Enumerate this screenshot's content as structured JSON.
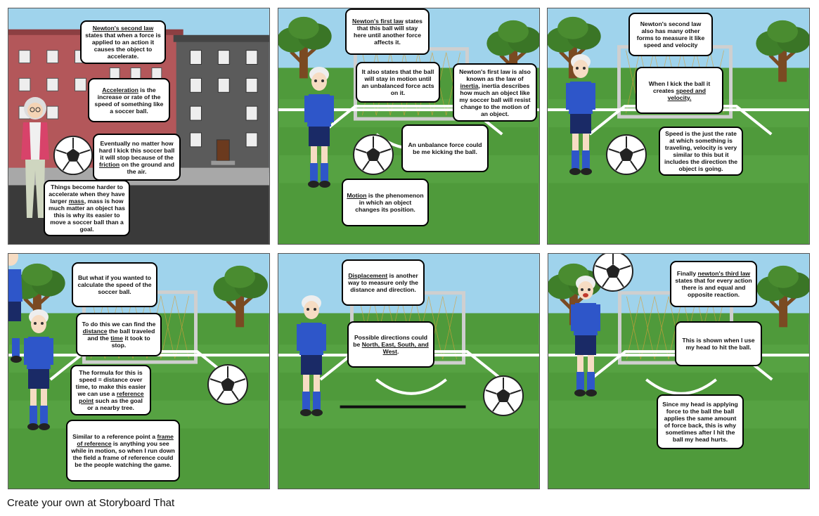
{
  "footer": "Create your own at Storyboard That",
  "colors": {
    "sky": "#9fd3ec",
    "grass": "#4f9a3b",
    "grass_dark": "#3f8a30",
    "line": "#ffffff",
    "shirt": "#2e56c9",
    "shorts": "#1a2a66",
    "hair": "#eeeeee"
  },
  "panels": [
    {
      "bubbles": [
        {
          "pre": "",
          "u": "Newton's second law",
          "post": " states that when a force is applied to an action it causes the object to accelerate."
        },
        {
          "pre": "",
          "u": "Acceleration",
          "post": " is the increase or rate of the speed of something like a soccer ball."
        },
        {
          "pre": "Eventually no matter how hard I kick this soccer ball it will stop because of the ",
          "u": "friction",
          "post": " on the ground and the air."
        },
        {
          "pre": "Things become harder to accelerate when they have larger ",
          "u": "mass",
          "post": ", mass is how much matter an object has this is why its easier to move a soccer ball than a goal."
        }
      ]
    },
    {
      "bubbles": [
        {
          "pre": "",
          "u": "Newton's first law",
          "post": " states that this ball will stay here until another force affects it."
        },
        {
          "pre": "It also states that the ball will stay in motion until an unbalanced force acts on it.",
          "u": "",
          "post": ""
        },
        {
          "pre": "Newton's first law is also known as the law of ",
          "u": "inertia",
          "post": ", inertia describes how much an object like my soccer ball will resist change to the motion of an object."
        },
        {
          "pre": "An unbalance force could be me kicking the ball.",
          "u": "",
          "post": ""
        },
        {
          "pre": "",
          "u": "Motion",
          "post": " is the phenomenon in which an object changes its position."
        }
      ]
    },
    {
      "bubbles": [
        {
          "pre": "Newton's second law also has many other forms to measure it like speed and velocity",
          "u": "",
          "post": ""
        },
        {
          "pre": "When I kick the ball it creates ",
          "u": "speed and velocity.",
          "post": ""
        },
        {
          "pre": "Speed is the just the rate at which something is traveling, velocity is very similar to this but it includes the direction the object is going.",
          "u": "",
          "post": ""
        }
      ]
    },
    {
      "bubbles": [
        {
          "pre": "But what if you wanted to calculate the speed of the soccer ball.",
          "u": "",
          "post": ""
        },
        {
          "pre": "To do this we can find the ",
          "u": "distance",
          "post": " the ball traveled and the ",
          "u2": "time",
          "post2": " it took to stop."
        },
        {
          "pre": "The formula for this is speed = distance over time, to make this easier we can use a ",
          "u": "reference point",
          "post": " such as the goal or a nearby tree."
        },
        {
          "pre": "Similar to a reference point a ",
          "u": "frame of reference",
          "post": " is anything you see while in motion, so when I run down the field a frame of reference could be the people watching the game."
        }
      ]
    },
    {
      "bubbles": [
        {
          "pre": "",
          "u": "Displacement",
          "post": " is another way to measure only the distance and direction."
        },
        {
          "pre": "Possible directions could be ",
          "u": "North, East, South, and West",
          "post": "."
        }
      ]
    },
    {
      "bubbles": [
        {
          "pre": "Finally ",
          "u": "newton's third law",
          "post": " states that for every action there is and equal and opposite reaction."
        },
        {
          "pre": "This is shown when I use my head to hit the ball.",
          "u": "",
          "post": ""
        },
        {
          "pre": "Since my head is applying force to the ball the ball applies the same amount of force back, this is why sometimes after I hit the ball my head hurts.",
          "u": "",
          "post": ""
        }
      ]
    }
  ]
}
